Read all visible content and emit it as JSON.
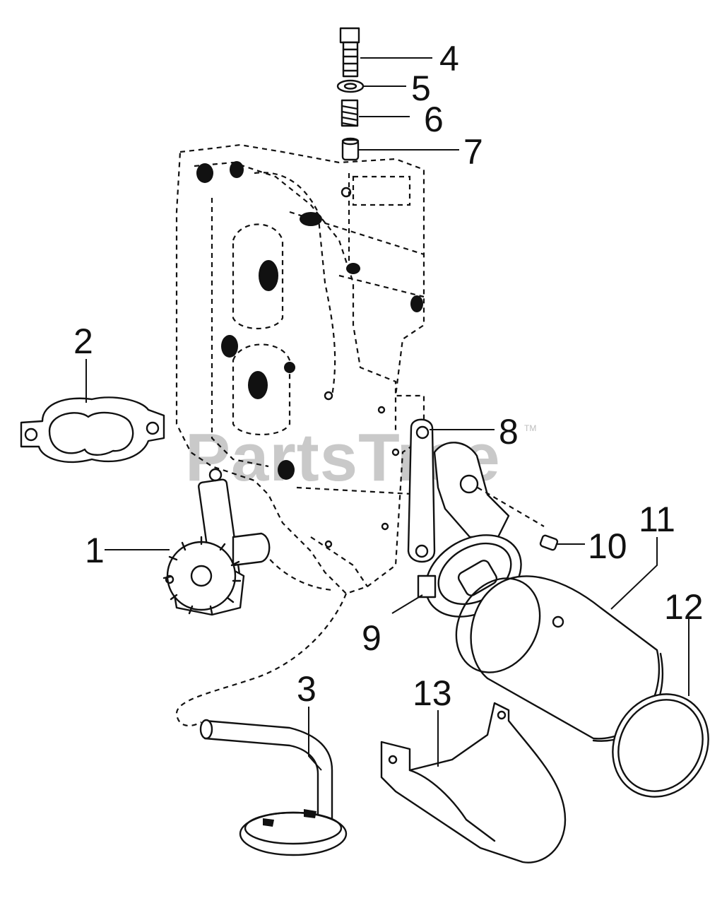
{
  "diagram": {
    "watermark": "PartsTree",
    "watermark_tm": "TM",
    "callouts": [
      {
        "id": "callout-1",
        "label": "1"
      },
      {
        "id": "callout-2",
        "label": "2"
      },
      {
        "id": "callout-3",
        "label": "3"
      },
      {
        "id": "callout-4",
        "label": "4"
      },
      {
        "id": "callout-5",
        "label": "5"
      },
      {
        "id": "callout-6",
        "label": "6"
      },
      {
        "id": "callout-7",
        "label": "7"
      },
      {
        "id": "callout-8",
        "label": "8"
      },
      {
        "id": "callout-9",
        "label": "9"
      },
      {
        "id": "callout-10",
        "label": "10"
      },
      {
        "id": "callout-11",
        "label": "11"
      },
      {
        "id": "callout-12",
        "label": "12"
      },
      {
        "id": "callout-13",
        "label": "13"
      }
    ]
  }
}
